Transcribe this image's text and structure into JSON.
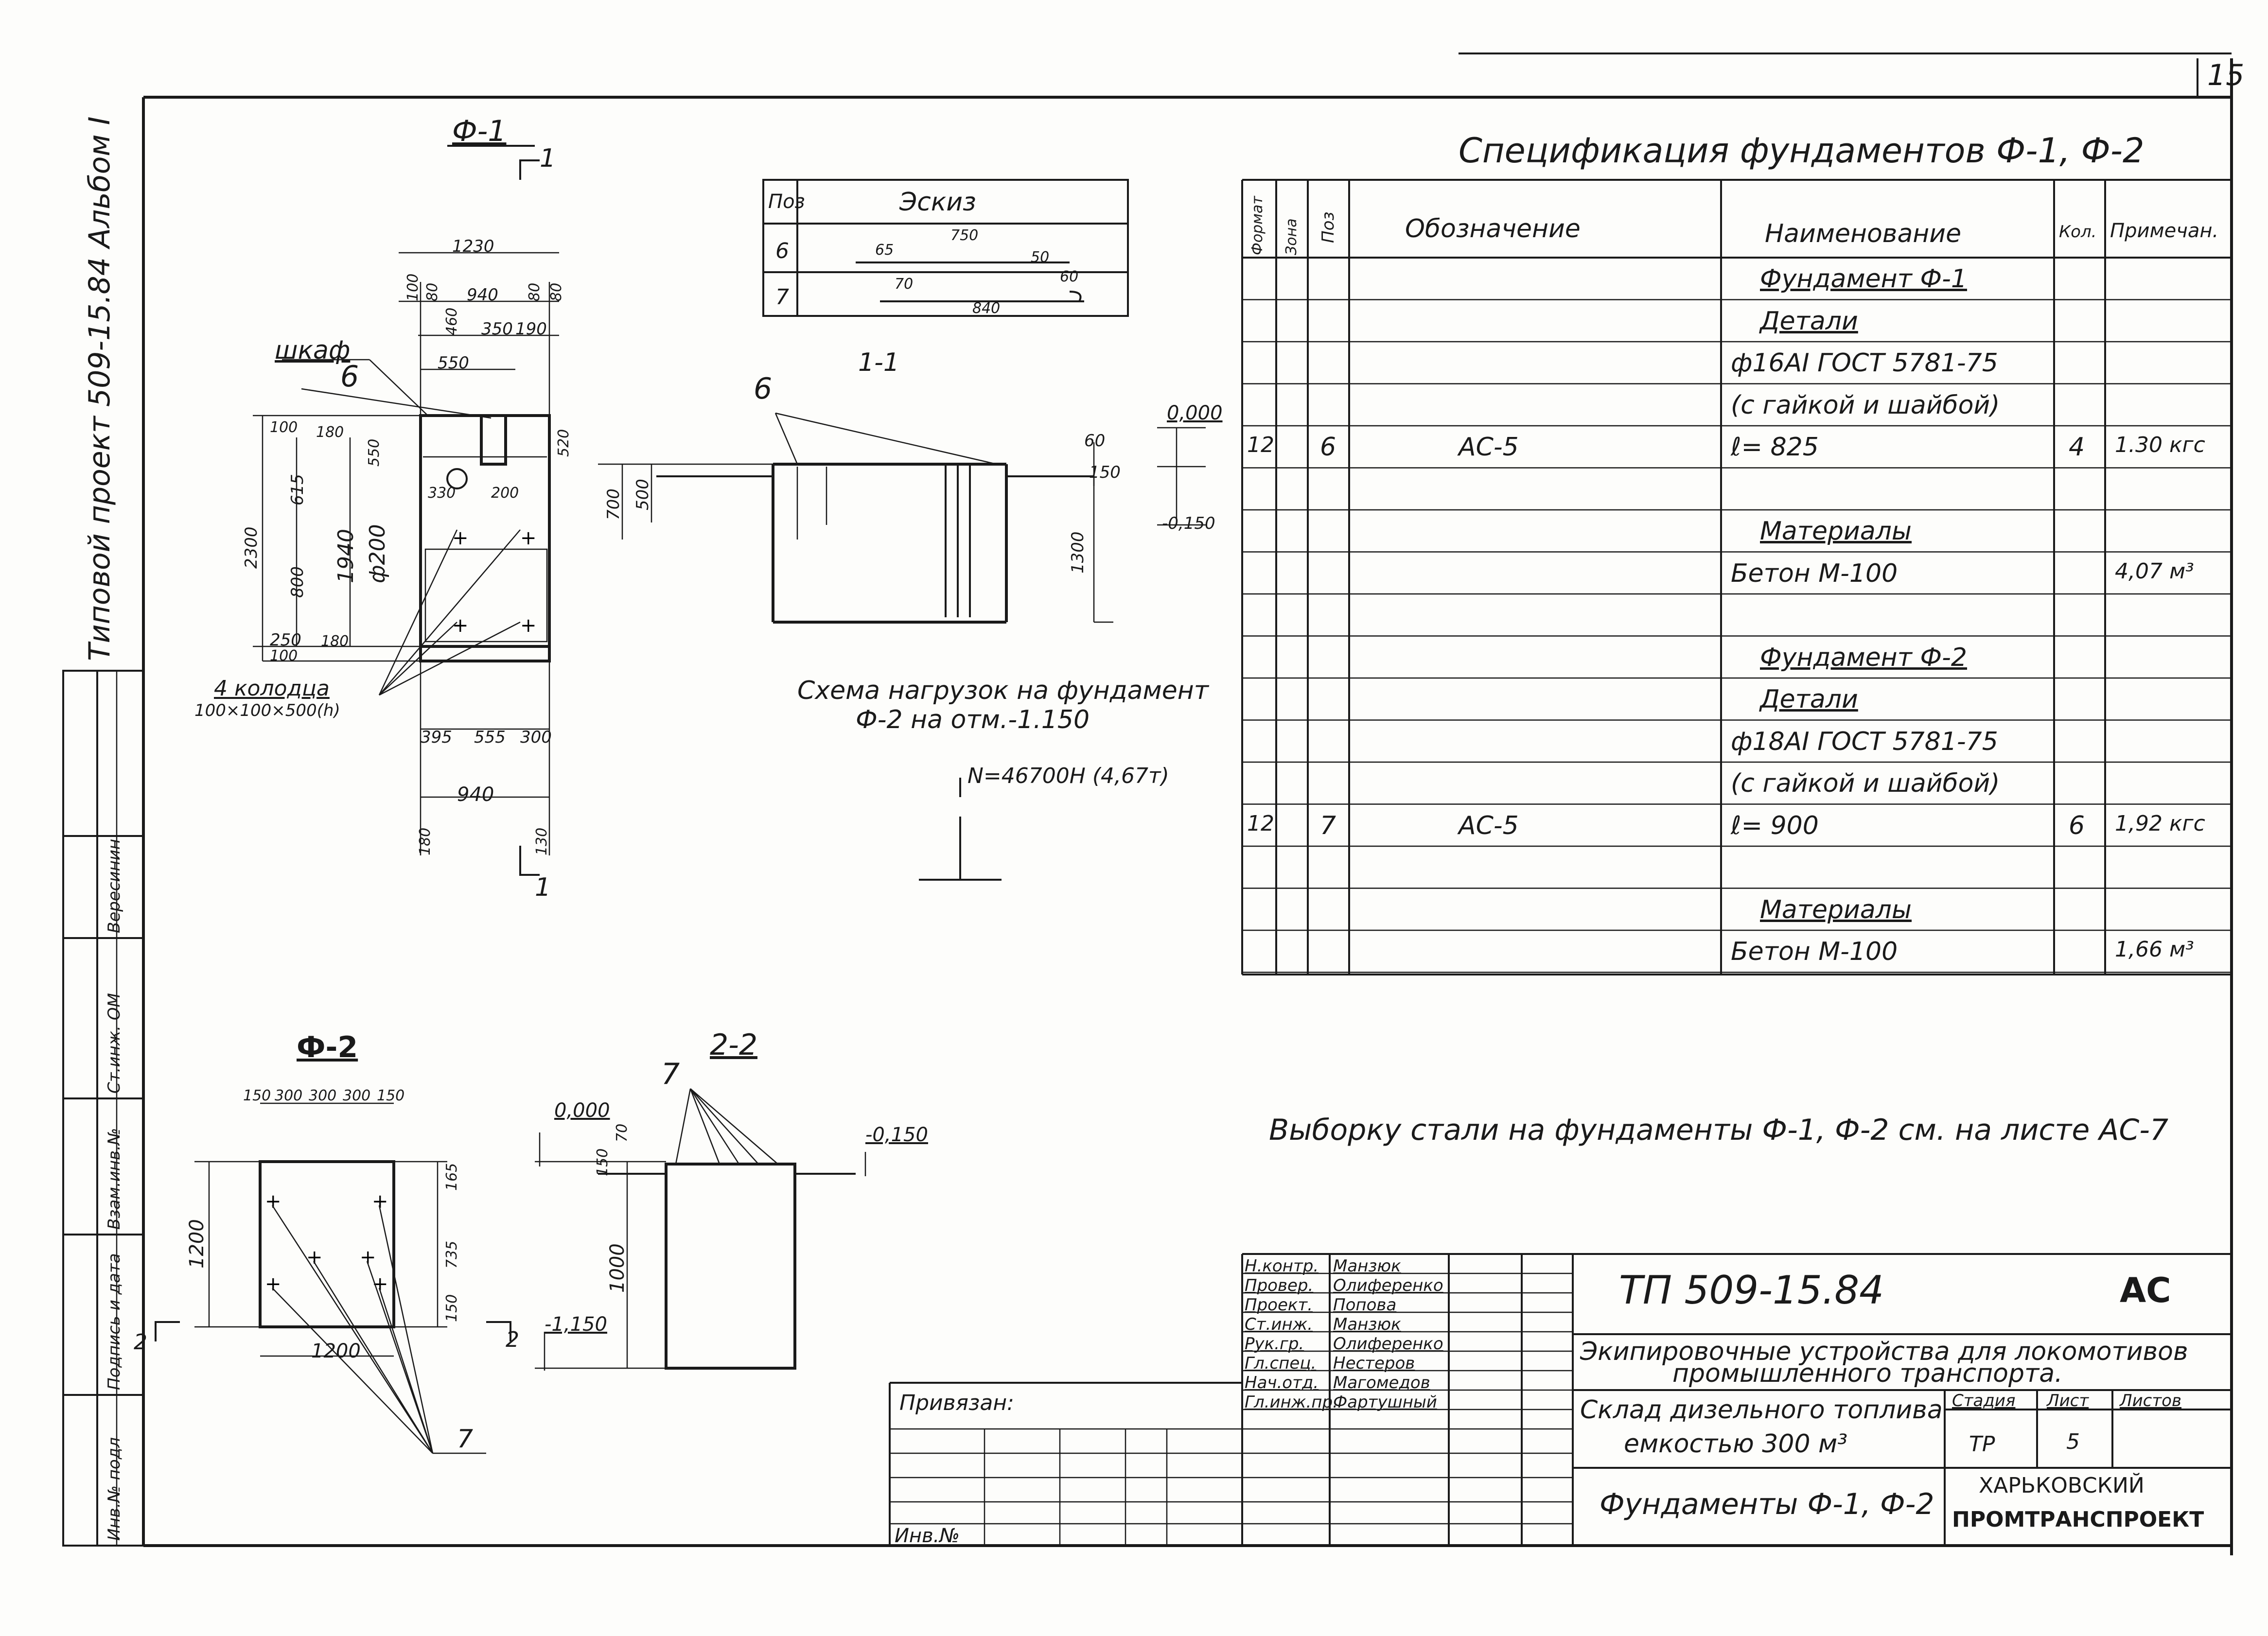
{
  "sheet": {
    "number": "15",
    "album_title": "Типовой проект 509-15.84 Альбом I"
  },
  "side_stamp": [
    "Инв.№ подл",
    "Подпись и дата",
    "Взам.инв.№",
    "Ст.инж. ОМ",
    "Вересинин"
  ],
  "plan_f1": {
    "title": "Ф-1",
    "section_mark": "1",
    "dims_top": [
      "1230",
      "100",
      "80",
      "940",
      "80",
      "80",
      "460",
      "350",
      "190",
      "550"
    ],
    "dims_left": [
      "2300",
      "100",
      "615",
      "1940",
      "800",
      "250",
      "100"
    ],
    "dims_inner": [
      "180",
      "550",
      "520",
      "330",
      "200",
      "ф200",
      "180"
    ],
    "dims_bottom": [
      "395",
      "555",
      "300",
      "940",
      "180",
      "130"
    ],
    "label_cabinet": "шкаф",
    "label_pos": "6",
    "label_wells": "4 колодца",
    "label_wells_size": "100×100×500(h)"
  },
  "sketch_table": {
    "head_pos": "Поз",
    "head_sketch": "Эскиз",
    "rows": [
      {
        "pos": "6",
        "dims": [
          "65",
          "750",
          "50"
        ]
      },
      {
        "pos": "7",
        "dims": [
          "70",
          "840",
          "60"
        ]
      }
    ]
  },
  "section_1_1": {
    "title": "1-1",
    "pos": "6",
    "dims": [
      "0,000",
      "60",
      "150",
      "-0,150",
      "700",
      "500",
      "1300"
    ]
  },
  "load_scheme": {
    "line1": "Схема нагрузок на фундамент",
    "line2": "Ф-2 на отм.-1.150",
    "load": "N=46700Н (4,67т)"
  },
  "plan_f2": {
    "title": "Ф-2",
    "dims_top": [
      "150",
      "300",
      "300",
      "300",
      "150"
    ],
    "dims_right": [
      "165",
      "735",
      "150"
    ],
    "dim_left": "1200",
    "dim_bottom": "1200",
    "section_mark": "2",
    "pos": "7"
  },
  "section_2_2": {
    "title": "2-2",
    "pos": "7",
    "dims": [
      "0,000",
      "-0,150",
      "150",
      "70",
      "1000",
      "-1,150"
    ]
  },
  "spec": {
    "title": "Спецификация фундаментов Ф-1, Ф-2",
    "headers": [
      "Формат",
      "Зона",
      "Поз",
      "Обозначение",
      "Наименование",
      "Кол.",
      "Примечан."
    ],
    "rows": [
      {
        "fmt": "",
        "zone": "",
        "pos": "",
        "desig": "",
        "name": "Фундамент Ф-1",
        "qty": "",
        "note": "",
        "u": true
      },
      {
        "fmt": "",
        "zone": "",
        "pos": "",
        "desig": "",
        "name": "Детали",
        "qty": "",
        "note": "",
        "u": true
      },
      {
        "fmt": "",
        "zone": "",
        "pos": "",
        "desig": "",
        "name": "ф16АI ГОСТ 5781-75",
        "qty": "",
        "note": ""
      },
      {
        "fmt": "",
        "zone": "",
        "pos": "",
        "desig": "",
        "name": "(с гайкой и шайбой)",
        "qty": "",
        "note": ""
      },
      {
        "fmt": "12",
        "zone": "",
        "pos": "6",
        "desig": "АС-5",
        "name": "ℓ= 825",
        "qty": "4",
        "note": "1.30 кгс"
      },
      {
        "fmt": "",
        "zone": "",
        "pos": "",
        "desig": "",
        "name": "",
        "qty": "",
        "note": ""
      },
      {
        "fmt": "",
        "zone": "",
        "pos": "",
        "desig": "",
        "name": "Материалы",
        "qty": "",
        "note": "",
        "u": true
      },
      {
        "fmt": "",
        "zone": "",
        "pos": "",
        "desig": "",
        "name": "Бетон М-100",
        "qty": "",
        "note": "4,07 м³"
      },
      {
        "fmt": "",
        "zone": "",
        "pos": "",
        "desig": "",
        "name": "",
        "qty": "",
        "note": ""
      },
      {
        "fmt": "",
        "zone": "",
        "pos": "",
        "desig": "",
        "name": "Фундамент Ф-2",
        "qty": "",
        "note": "",
        "u": true
      },
      {
        "fmt": "",
        "zone": "",
        "pos": "",
        "desig": "",
        "name": "Детали",
        "qty": "",
        "note": "",
        "u": true
      },
      {
        "fmt": "",
        "zone": "",
        "pos": "",
        "desig": "",
        "name": "ф18АI ГОСТ 5781-75",
        "qty": "",
        "note": ""
      },
      {
        "fmt": "",
        "zone": "",
        "pos": "",
        "desig": "",
        "name": "(с гайкой и шайбой)",
        "qty": "",
        "note": ""
      },
      {
        "fmt": "12",
        "zone": "",
        "pos": "7",
        "desig": "АС-5",
        "name": "ℓ= 900",
        "qty": "6",
        "note": "1,92 кгс"
      },
      {
        "fmt": "",
        "zone": "",
        "pos": "",
        "desig": "",
        "name": "",
        "qty": "",
        "note": ""
      },
      {
        "fmt": "",
        "zone": "",
        "pos": "",
        "desig": "",
        "name": "Материалы",
        "qty": "",
        "note": "",
        "u": true
      },
      {
        "fmt": "",
        "zone": "",
        "pos": "",
        "desig": "",
        "name": "Бетон М-100",
        "qty": "",
        "note": "1,66 м³"
      }
    ]
  },
  "note": "Выборку стали на фундаменты Ф-1, Ф-2 см. на листе АС-7",
  "title_block": {
    "roles": [
      {
        "role": "Н.контр.",
        "name": "Манзюк"
      },
      {
        "role": "Провер.",
        "name": "Олиференко"
      },
      {
        "role": "Проект.",
        "name": "Попова"
      },
      {
        "role": "Ст.инж.",
        "name": "Манзюк"
      },
      {
        "role": "Рук.гр.",
        "name": "Олиференко"
      },
      {
        "role": "Гл.спец.",
        "name": "Нестеров"
      },
      {
        "role": "Нач.отд.",
        "name": "Магомедов"
      },
      {
        "role": "Гл.инж.пр.",
        "name": "Фартушный"
      }
    ],
    "bound": "Привязан:",
    "inv_no": "Инв.№",
    "code": "ТП 509-15.84",
    "mark": "АС",
    "project_line1": "Экипировочные устройства для локомотивов",
    "project_line2": "промышленного транспорта.",
    "object_line1": "Склад дизельного топлива",
    "object_line2": "емкостью 300 м³",
    "stage_label": "Стадия",
    "sheet_label": "Лист",
    "sheets_label": "Листов",
    "stage": "ТР",
    "sheet": "5",
    "sheets": "",
    "drawing_title": "Фундаменты Ф-1, Ф-2",
    "org_line1": "ХАРЬКОВСКИЙ",
    "org_line2": "ПРОМТРАНСПРОЕКТ"
  }
}
